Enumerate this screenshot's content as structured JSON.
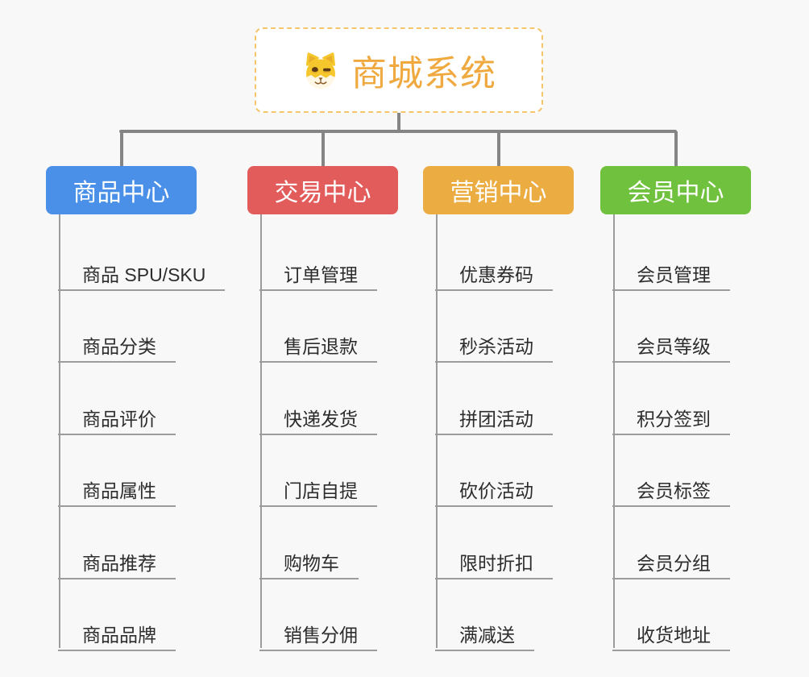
{
  "canvas": {
    "background_color": "#f8f8f8",
    "connector_color": "#858585",
    "leaf_line_color": "#9c9c9c"
  },
  "root": {
    "title": "商城系统",
    "icon": "dog-face-icon",
    "title_color": "#EFA93F",
    "border_color": "#F5C56C"
  },
  "branches": [
    {
      "id": "product-center",
      "label": "商品中心",
      "color": "#4A90E8",
      "items": [
        "商品 SPU/SKU",
        "商品分类",
        "商品评价",
        "商品属性",
        "商品推荐",
        "商品品牌"
      ]
    },
    {
      "id": "trade-center",
      "label": "交易中心",
      "color": "#E25C5C",
      "items": [
        "订单管理",
        "售后退款",
        "快递发货",
        "门店自提",
        "购物车",
        "销售分佣"
      ]
    },
    {
      "id": "marketing-center",
      "label": "营销中心",
      "color": "#EBAC41",
      "items": [
        "优惠券码",
        "秒杀活动",
        "拼团活动",
        "砍价活动",
        "限时折扣",
        "满减送"
      ]
    },
    {
      "id": "member-center",
      "label": "会员中心",
      "color": "#6FC13E",
      "items": [
        "会员管理",
        "会员等级",
        "积分签到",
        "会员标签",
        "会员分组",
        "收货地址"
      ]
    }
  ]
}
